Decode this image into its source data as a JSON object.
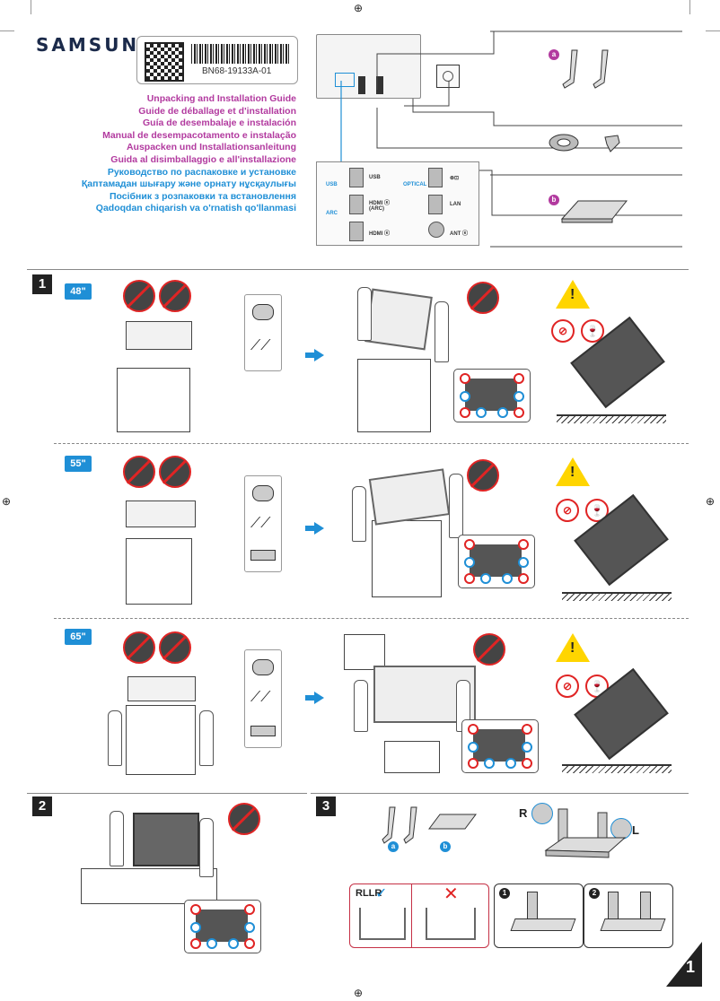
{
  "header": {
    "brand": "SAMSUNG",
    "model_code": "BN68-19133A-01",
    "titles": [
      "Unpacking and Installation Guide",
      "Guide de déballage et d'installation",
      "Guía de desembalaje e instalación",
      "Manual de desempacotamento e instalação",
      "Auspacken und Installationsanleitung",
      "Guida al disimballaggio e all'installazione",
      "Руководство по распаковке и установке",
      "Қаптамадан шығару және орнату нұсқаулығы",
      "Посібник з розпаковки та встановлення",
      "Qadoqdan chiqarish va o'rnatish qo'llanmasi"
    ]
  },
  "ports": {
    "usb_left": "USB",
    "arc": "ARC",
    "usb_right": "USB",
    "hdmi_arc": "HDMI ⓔ (ARC)",
    "hdmi": "HDMI ⓔ",
    "optical": "OPTICAL",
    "lan": "LAN",
    "ant": "ANT ⓔ"
  },
  "accessories": {
    "a_label": "a",
    "b_label": "b"
  },
  "steps": {
    "step1": "1",
    "step2": "2",
    "step3": "3",
    "sizes": [
      "48\"",
      "55\"",
      "65\""
    ],
    "circle_a": "a",
    "circle_b": "b",
    "side_r": "R",
    "side_l": "L",
    "rl_text": "RLLR",
    "sub1": "1",
    "sub2": "2",
    "page_mark": "1"
  },
  "colors": {
    "accent_blue": "#1f8fd6",
    "accent_magenta": "#b23a9f",
    "warning_red": "#e02424",
    "warning_yellow": "#ffd500"
  }
}
